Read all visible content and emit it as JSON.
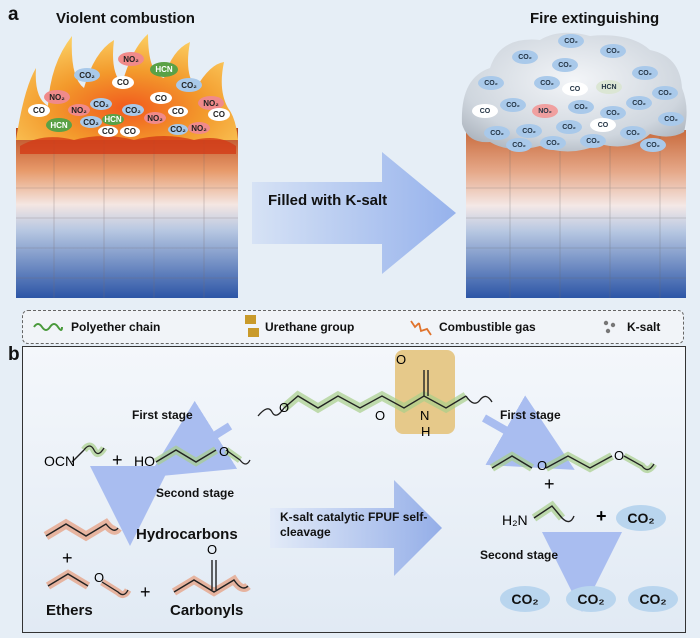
{
  "panel_a": {
    "letter": "a",
    "left_title": "Violent combustion",
    "right_title": "Fire extinguishing",
    "arrow_label": "Filled with K-salt",
    "left_gases": [
      "NO₂",
      "CO₂",
      "CO",
      "HCN",
      "CO₂",
      "NO₂",
      "CO",
      "NO₂",
      "CO₂",
      "CO",
      "HCN",
      "CO₂",
      "NO₂",
      "CO",
      "CO₂",
      "NO₂",
      "CO",
      "HCN",
      "CO",
      "NO₂",
      "CO₂",
      "CO"
    ],
    "right_gases": [
      "CO₂",
      "CO₂",
      "CO₂",
      "CO₂",
      "CO₂",
      "CO₂",
      "CO₂",
      "CO₂",
      "CO",
      "HCN",
      "CO₂",
      "CO₂",
      "CO",
      "CO₂",
      "NO₂",
      "CO₂",
      "CO₂",
      "CO₂",
      "CO₂",
      "CO₂",
      "CO",
      "CO₂",
      "CO₂",
      "CO₂",
      "CO₂",
      "CO₂"
    ]
  },
  "legend": {
    "items": [
      "Polyether chain",
      "Urethane group",
      "Combustible gas",
      "K-salt"
    ]
  },
  "panel_b": {
    "letter": "b",
    "first_stage_left": "First stage",
    "first_stage_right": "First stage",
    "second_stage_left": "Second stage",
    "second_stage_right": "Second stage",
    "hydrocarbons": "Hydrocarbons",
    "ethers": "Ethers",
    "carbonyls": "Carbonyls",
    "center_arrow_label": "K-salt catalytic FPUF self-cleavage",
    "ocn": "OCN",
    "ho": "HO",
    "plus": "+",
    "o": "O",
    "n_h": "H",
    "h2n": "H₂N",
    "co2": "CO₂"
  },
  "colors": {
    "chain_highlight": "#a8cf8a",
    "hydrocarbon_highlight": "#e6a58a",
    "urethane_box": "#e6c98a",
    "arrow": "#a9bdf0"
  }
}
